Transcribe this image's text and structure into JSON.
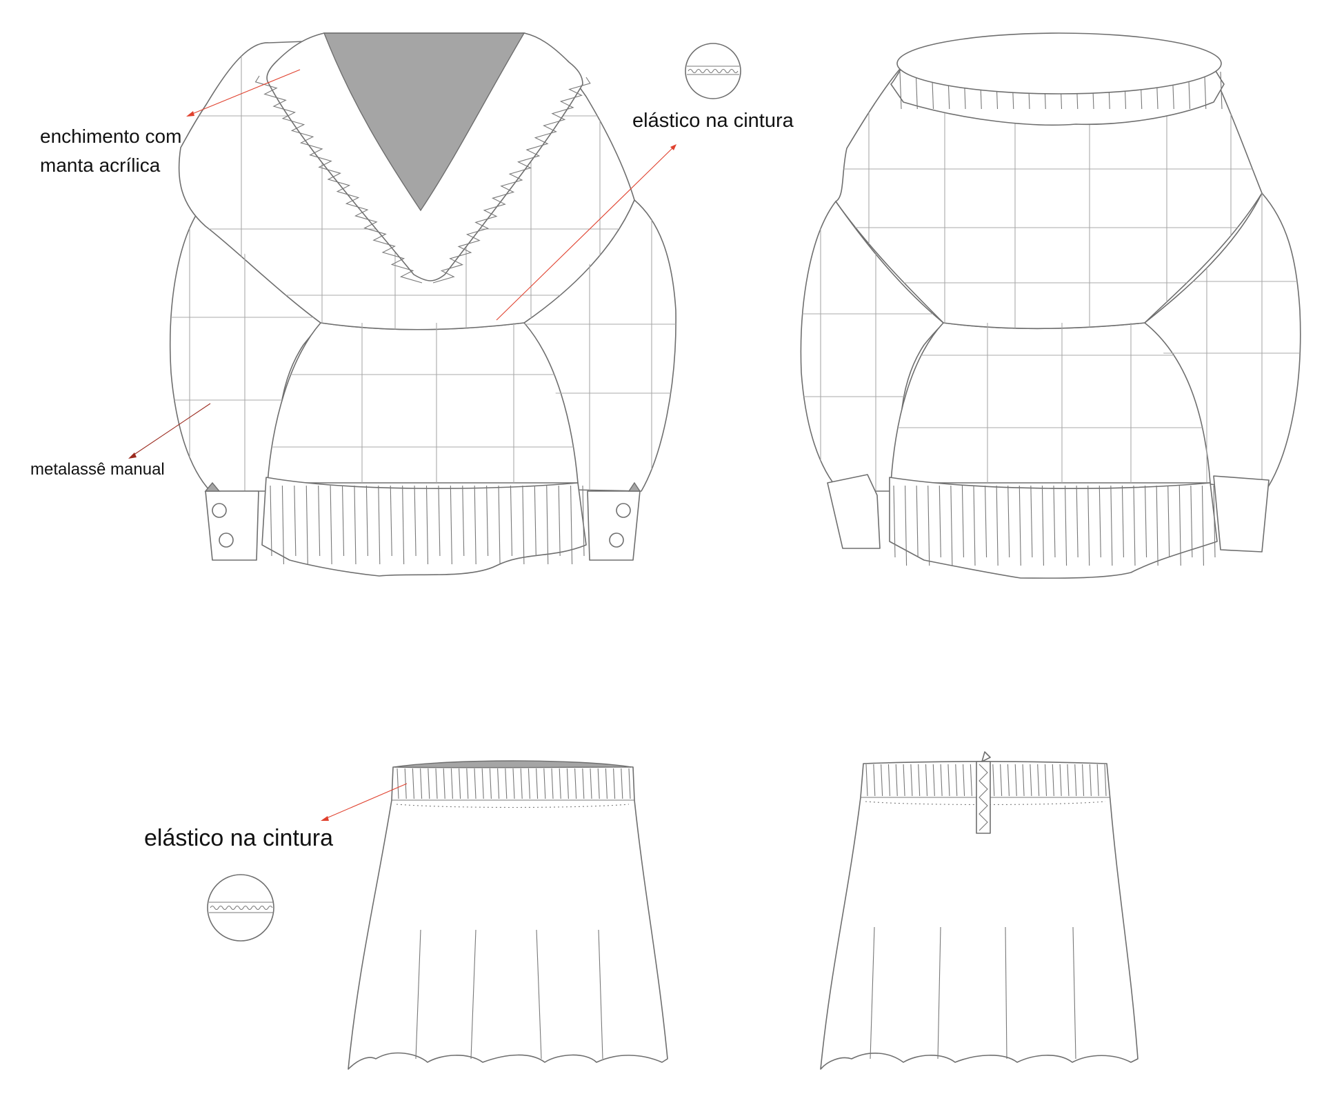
{
  "labels": {
    "filling": [
      "enchimento com",
      "manta acrílica"
    ],
    "elastic_top": "elástico na cintura",
    "quilting": "metalassê manual",
    "elastic_skirt": "elástico na cintura"
  },
  "colors": {
    "outline": "#6e6e6e",
    "grid": "#a8a8a8",
    "shade": "#a5a5a5",
    "arrow_red": "#e0412e",
    "arrow_dark": "#9b2a1e"
  }
}
